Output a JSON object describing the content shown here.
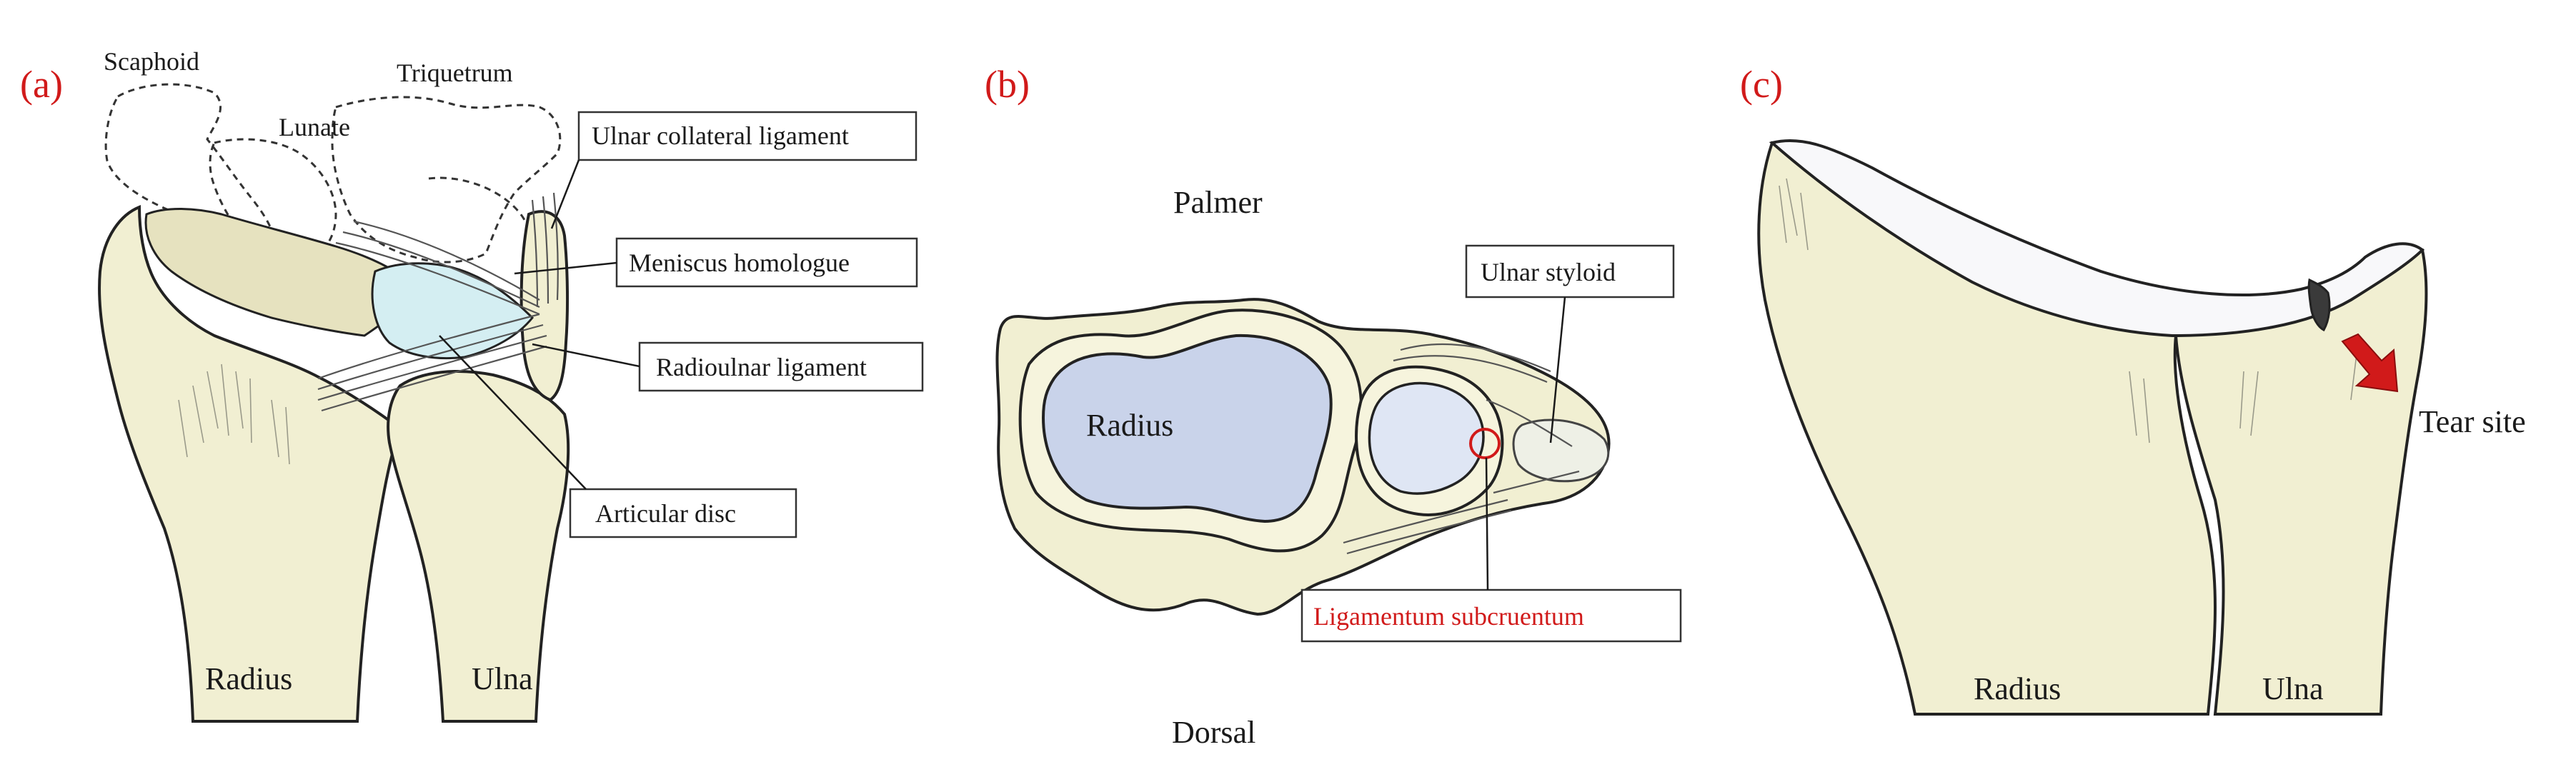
{
  "colors": {
    "bone_fill": "#f1efd2",
    "bone_shade": "#e6e2bf",
    "cartilage": "#c9d3ea",
    "cartilage_light": "#dfe6f4",
    "disc": "#d4eef2",
    "accent_red": "#d11a1a",
    "outline": "#222222"
  },
  "panel_a": {
    "letter": "(a)",
    "labels": {
      "scaphoid": "Scaphoid",
      "lunate": "Lunate",
      "triquetrum": "Triquetrum",
      "radius": "Radius",
      "ulna": "Ulna"
    },
    "callouts": {
      "ulnar_collateral": "Ulnar collateral ligament",
      "meniscus": "Meniscus homologue",
      "radioulnar": "Radioulnar ligament",
      "articular_disc": "Articular disc"
    }
  },
  "panel_b": {
    "letter": "(b)",
    "labels": {
      "palmer": "Palmer",
      "dorsal": "Dorsal",
      "radius": "Radius"
    },
    "callouts": {
      "ulnar_styloid": "Ulnar styloid",
      "subcruentum": "Ligamentum subcruentum"
    }
  },
  "panel_c": {
    "letter": "(c)",
    "labels": {
      "radius": "Radius",
      "ulna": "Ulna",
      "tear_site": "Tear site"
    },
    "icons": {
      "arrow": "red-arrow-icon"
    }
  }
}
